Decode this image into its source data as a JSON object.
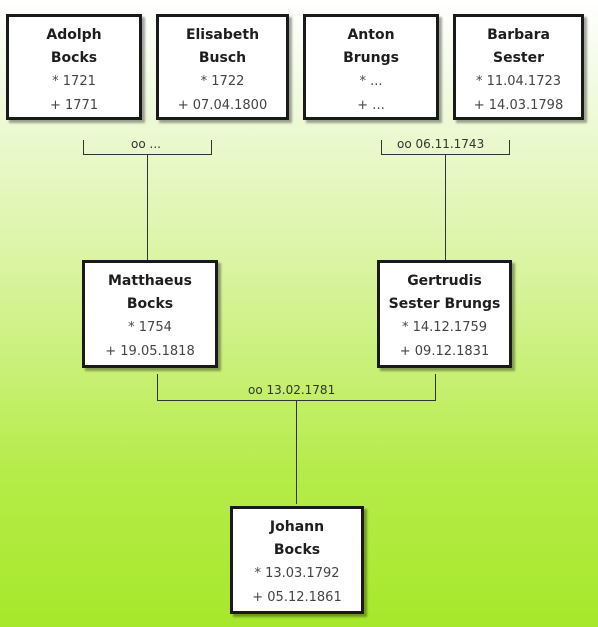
{
  "people": {
    "adolph": {
      "first": "Adolph",
      "last": "Bocks",
      "born": "* 1721",
      "died": "+ 1771"
    },
    "elisabeth": {
      "first": "Elisabeth",
      "last": "Busch",
      "born": "* 1722",
      "died": "+ 07.04.1800"
    },
    "anton": {
      "first": "Anton",
      "last": "Brungs",
      "born": "* ...",
      "died": "+ ..."
    },
    "barbara": {
      "first": "Barbara",
      "last": "Sester",
      "born": "* 11.04.1723",
      "died": "+ 14.03.1798"
    },
    "matthaeus": {
      "first": "Matthaeus",
      "last": "Bocks",
      "born": "* 1754",
      "died": "+ 19.05.1818"
    },
    "gertrudis": {
      "first": "Gertrudis",
      "last": "Sester Brungs",
      "born": "* 14.12.1759",
      "died": "+ 09.12.1831"
    },
    "johann": {
      "first": "Johann",
      "last": "Bocks",
      "born": "* 13.03.1792",
      "died": "+ 05.12.1861"
    }
  },
  "marriages": {
    "bocks_busch": "oo ...",
    "brungs_sester": "oo 06.11.1743",
    "bocks_brungs": "oo 13.02.1781"
  },
  "colors": {
    "line": "#333333",
    "box_border": "#1a1a1a",
    "background_top": "#ffffff",
    "background_bottom": "#a6e82b"
  }
}
